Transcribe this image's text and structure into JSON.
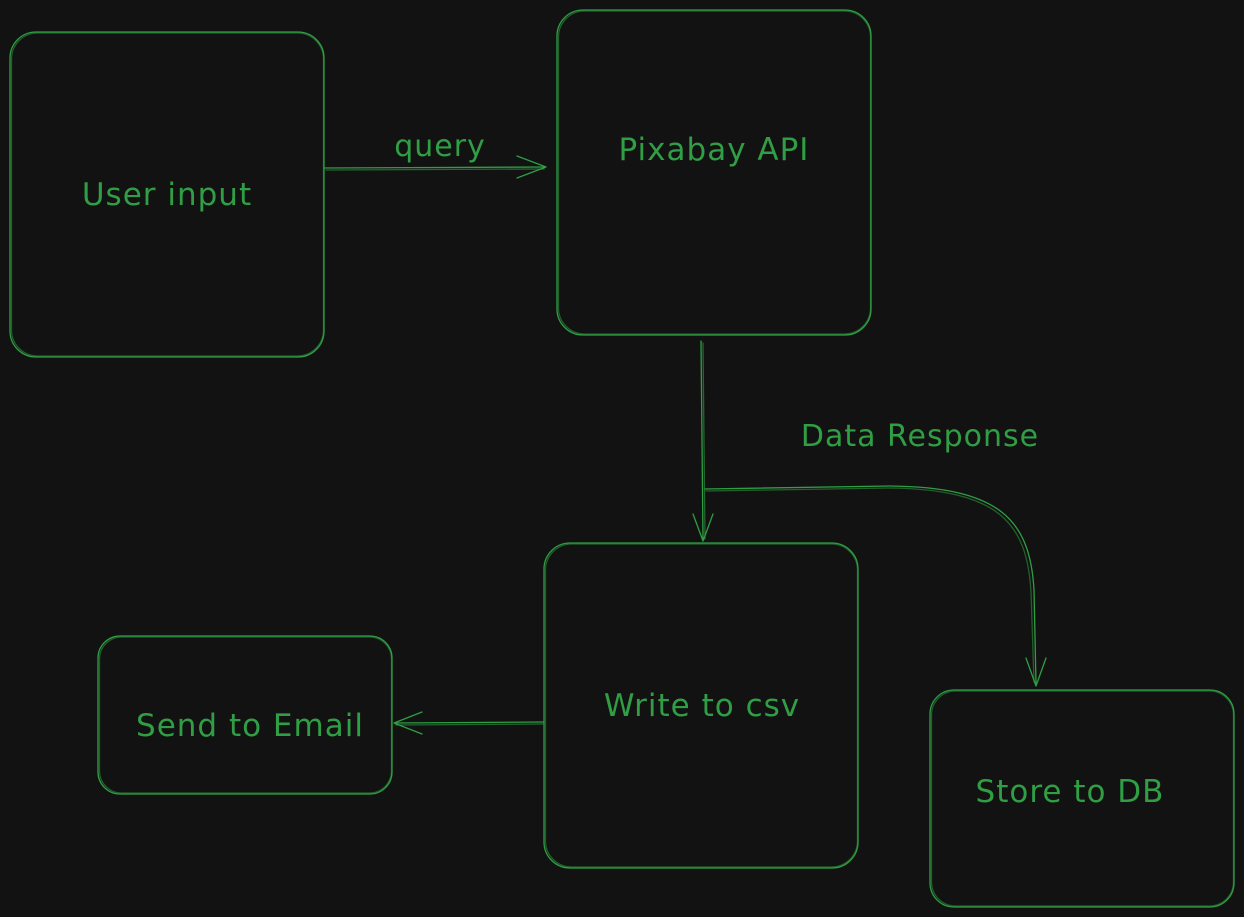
{
  "diagram": {
    "colors": {
      "background": "#121212",
      "stroke": "#2f9e44",
      "text": "#2f9e44"
    },
    "nodes": {
      "user_input": "User input",
      "pixabay_api": "Pixabay API",
      "write_csv": "Write to csv",
      "send_email": "Send to Email",
      "store_db": "Store to DB"
    },
    "edges": {
      "query": "query",
      "data_response": "Data Response"
    }
  }
}
